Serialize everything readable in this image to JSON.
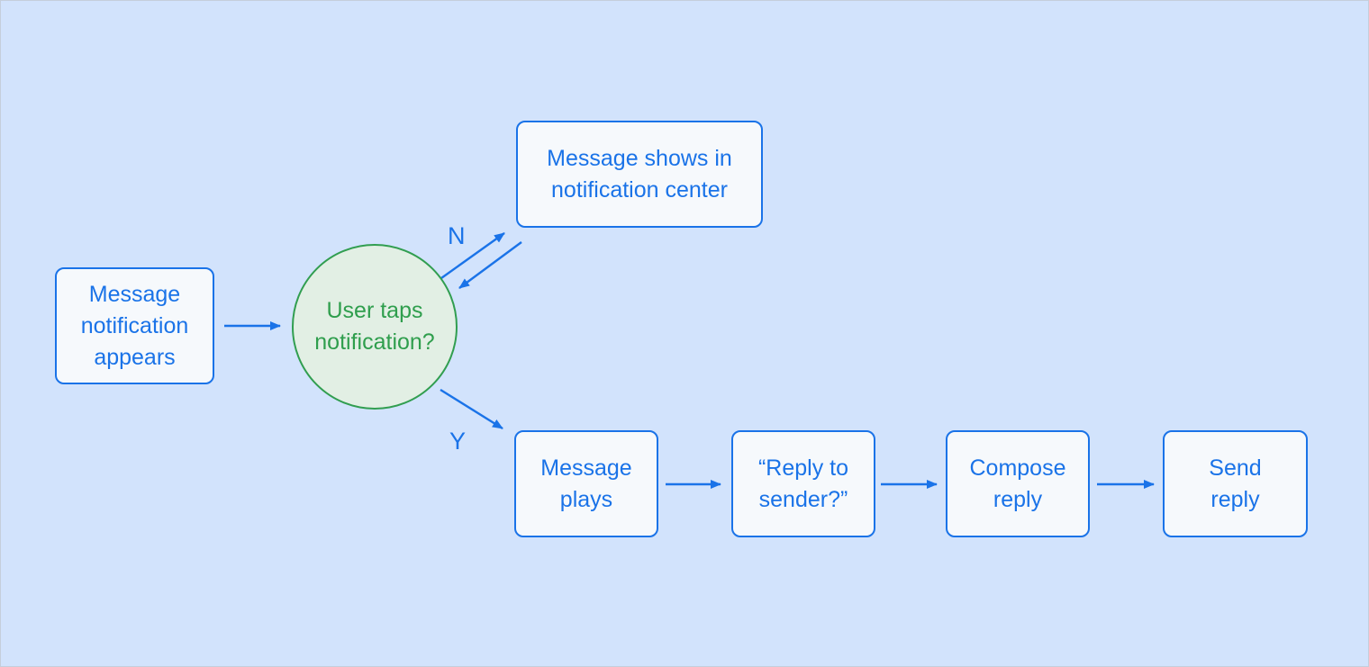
{
  "diagram": {
    "nodes": {
      "start": {
        "shape": "rect",
        "label": "Message\nnotification\nappears"
      },
      "decision": {
        "shape": "circle",
        "label": "User taps\nnotification?"
      },
      "no_outcome": {
        "shape": "rect",
        "label": "Message shows in\nnotification center"
      },
      "message_plays": {
        "shape": "rect",
        "label": "Message\nplays"
      },
      "reply_prompt": {
        "shape": "rect",
        "label": "“Reply to\nsender?”"
      },
      "compose_reply": {
        "shape": "rect",
        "label": "Compose\nreply"
      },
      "send_reply": {
        "shape": "rect",
        "label": "Send\nreply"
      }
    },
    "edge_labels": {
      "no": "N",
      "yes": "Y"
    },
    "colors": {
      "background": "#d2e3fc",
      "node_fill": "#f6f9fc",
      "node_stroke": "#1a73e8",
      "node_text": "#1a73e8",
      "decision_fill": "#e2efe4",
      "decision_stroke": "#319e50",
      "decision_text": "#2f9e4d",
      "arrow": "#1a73e8"
    }
  }
}
